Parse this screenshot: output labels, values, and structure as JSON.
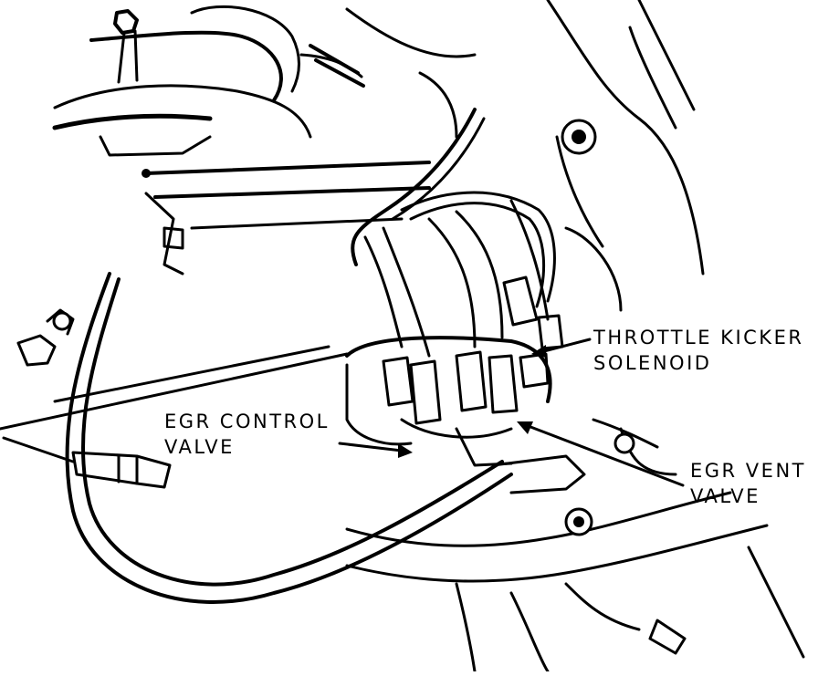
{
  "labels": {
    "throttle_kicker": [
      "THROTTLE KICKER",
      "SOLENOID"
    ],
    "egr_control": [
      "EGR CONTROL",
      "VALVE"
    ],
    "egr_vent": [
      "EGR VENT",
      "VALVE"
    ]
  },
  "colors": {
    "ink": "#000000",
    "paper": "#ffffff"
  }
}
